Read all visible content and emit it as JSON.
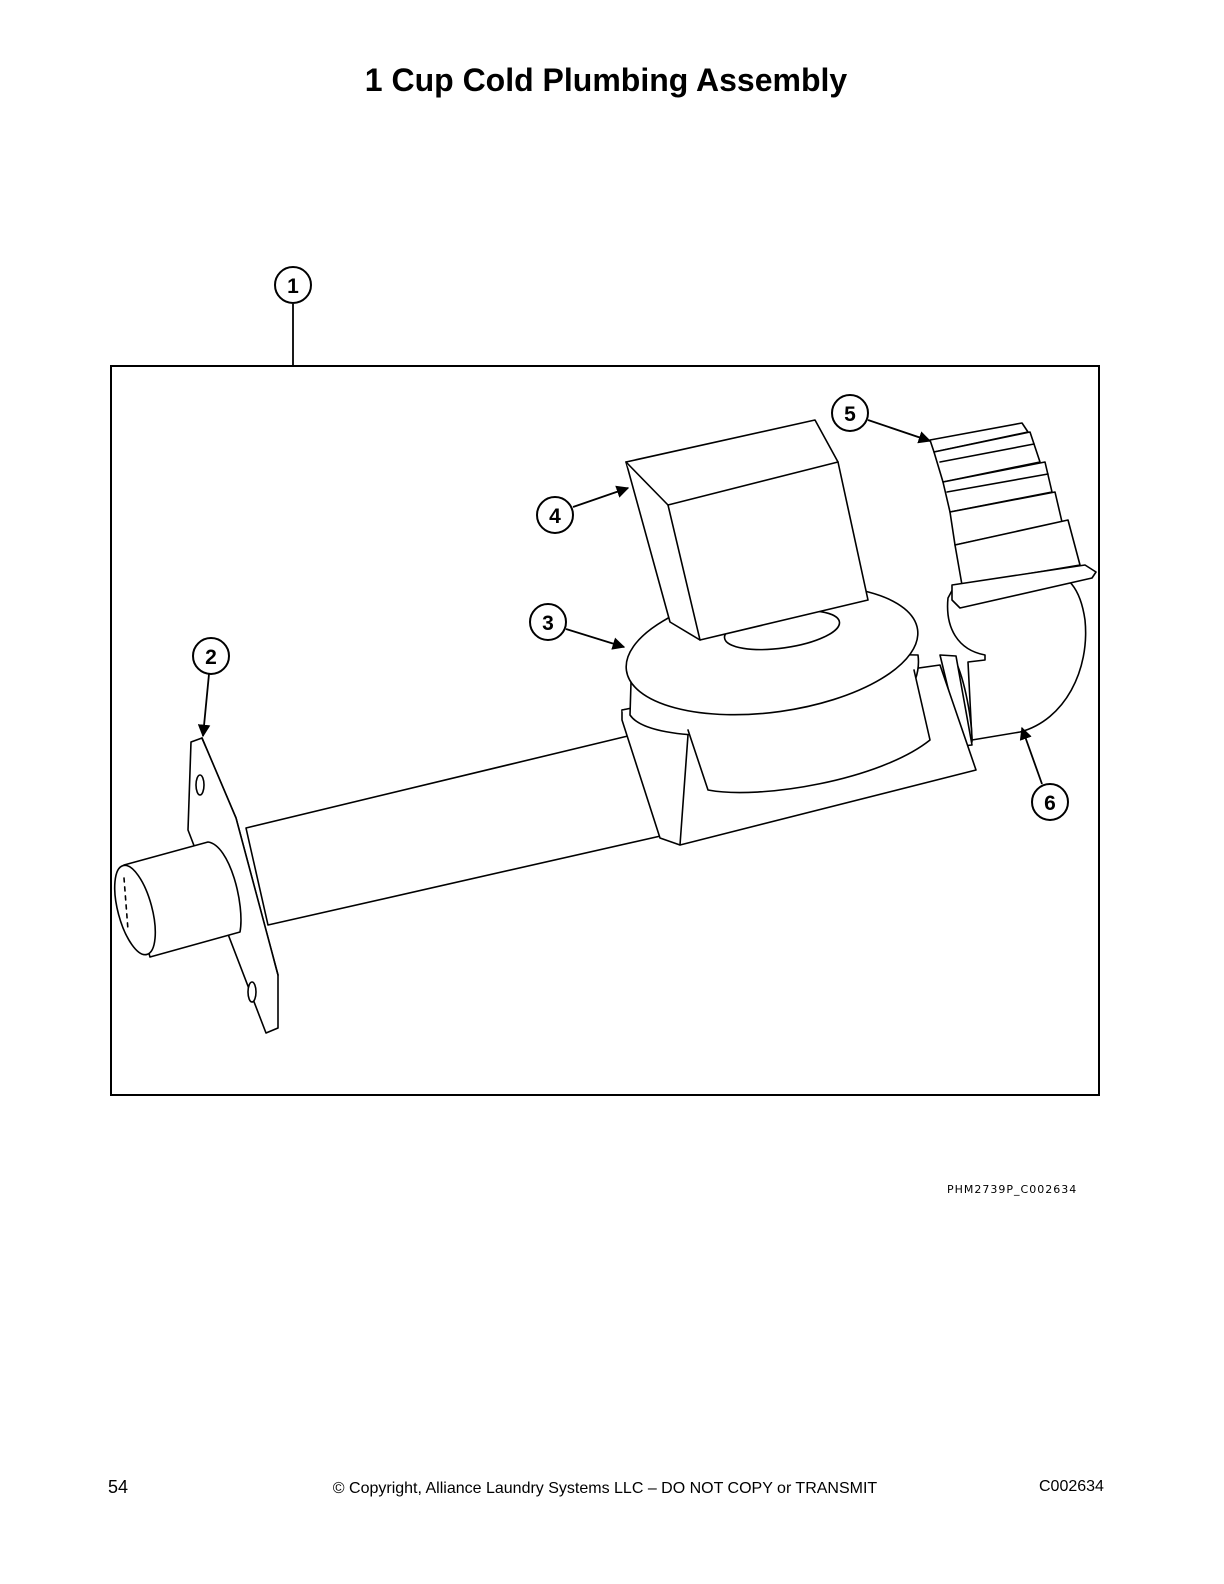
{
  "title": "1 Cup Cold Plumbing Assembly",
  "callouts": [
    "1",
    "2",
    "3",
    "4",
    "5",
    "6"
  ],
  "figure_code": "PHM2739P_C002634",
  "footer": {
    "page_number": "54",
    "copyright": "© Copyright, Alliance Laundry Systems LLC – DO NOT COPY or TRANSMIT",
    "doc_code": "C002634"
  }
}
